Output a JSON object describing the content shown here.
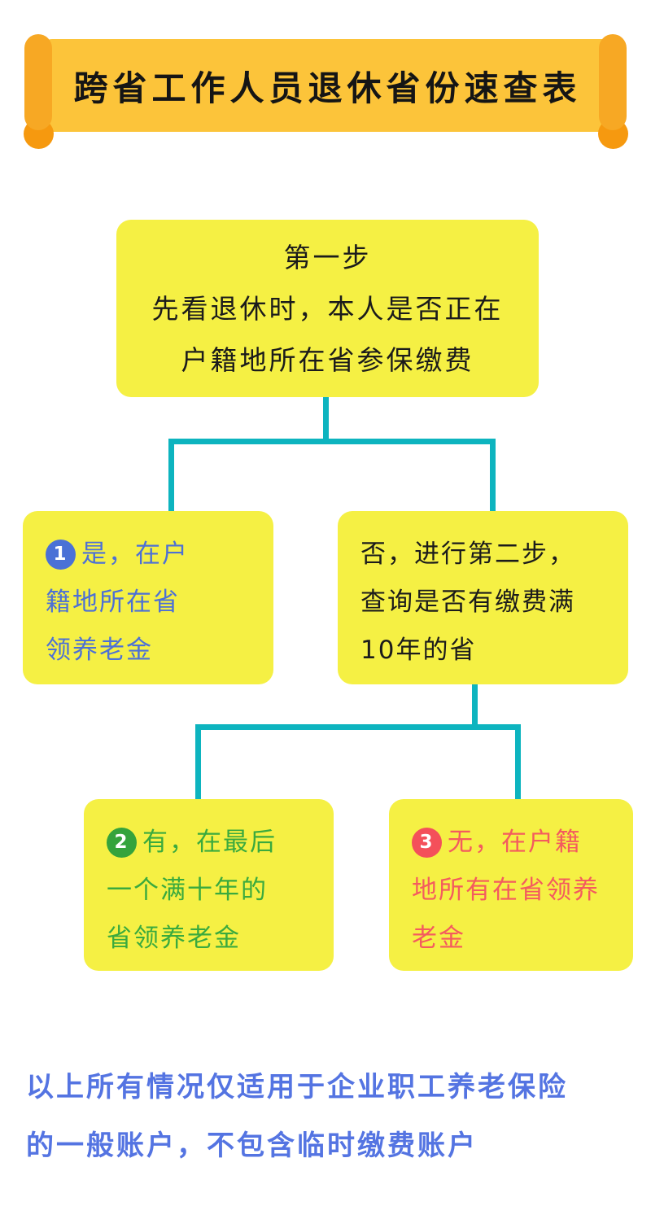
{
  "banner": {
    "title": "跨省工作人员退休省份速查表"
  },
  "flow": {
    "step1": {
      "lines": [
        "第一步",
        "先看退休时，本人是否正在",
        "户籍地所在省参保缴费"
      ]
    },
    "branch_yes": {
      "badge": "1",
      "lines": [
        "是，在户",
        "籍地所在省",
        "领养老金"
      ]
    },
    "branch_no": {
      "lines": [
        "否，进行第二步，",
        "查询是否有缴费满",
        "10年的省"
      ]
    },
    "result_has_10yr": {
      "badge": "2",
      "lines": [
        "有，在最后",
        "一个满十年的",
        "省领养老金"
      ]
    },
    "result_no_10yr": {
      "badge": "3",
      "lines": [
        "无，在户籍",
        "地所有在省领养",
        "老金"
      ]
    }
  },
  "footer": {
    "lines": [
      "以上所有情况仅适用于企业职工养老保险",
      "的一般账户，不包含临时缴费账户"
    ]
  },
  "colors": {
    "card_yellow": "#f5f044",
    "banner_gold": "#fcc43a",
    "rod_orange": "#f7a824",
    "knob_orange": "#f6990f",
    "connector_teal": "#0db4bf",
    "step_text_black": "#1b1b1b",
    "yes_blue": "#4c70d6",
    "has_green": "#3aaa3e",
    "none_red": "#f45b5e",
    "footer_blue": "#5474e2"
  }
}
